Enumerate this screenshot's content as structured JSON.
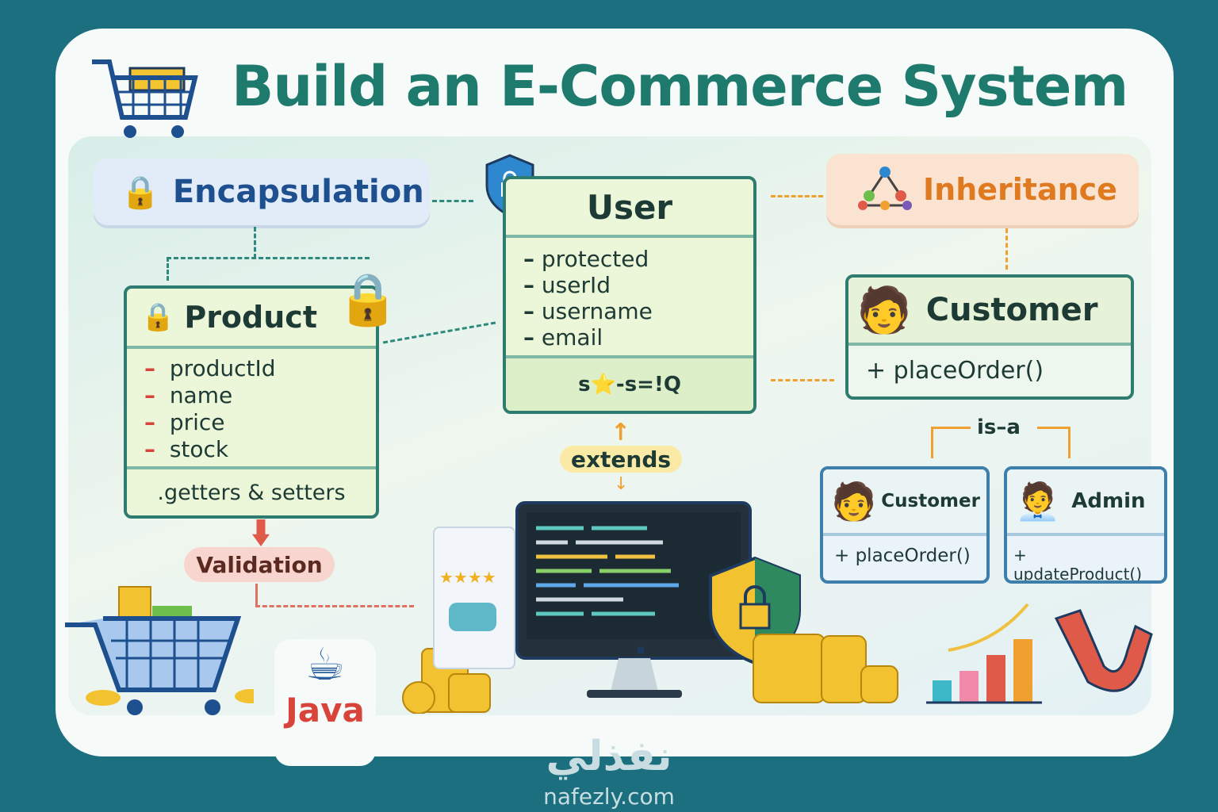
{
  "title": "Build an E-Commerce System",
  "encapsulation": {
    "label": "Encapsulation"
  },
  "inheritance": {
    "label": "Inheritance"
  },
  "product": {
    "name": "Product",
    "attributes": [
      "productId",
      "name",
      "price",
      "stock"
    ],
    "prefix": "–",
    "methods": ".getters & setters"
  },
  "user": {
    "name": "User",
    "attributes": [
      "protected",
      "userId",
      "username",
      "email"
    ],
    "prefix": "–",
    "methods": "s⭐-s=!Q"
  },
  "customer": {
    "name": "Customer",
    "method": "+ placeOrder()"
  },
  "is_a": "is–a",
  "customer_sub": {
    "name": "Customer",
    "method": "+ placeOrder()"
  },
  "admin": {
    "name": "Admin",
    "method": "+ updateProduct()"
  },
  "extends": "extends",
  "validation": "Validation",
  "java": "Java",
  "watermark": {
    "arabic": "نفذلي",
    "url": "nafezly.com"
  },
  "colors": {
    "background": "#1b6f7e",
    "title": "#1f7a6e",
    "class_fill": "#ecf6d9",
    "accent_orange": "#f0a030"
  }
}
